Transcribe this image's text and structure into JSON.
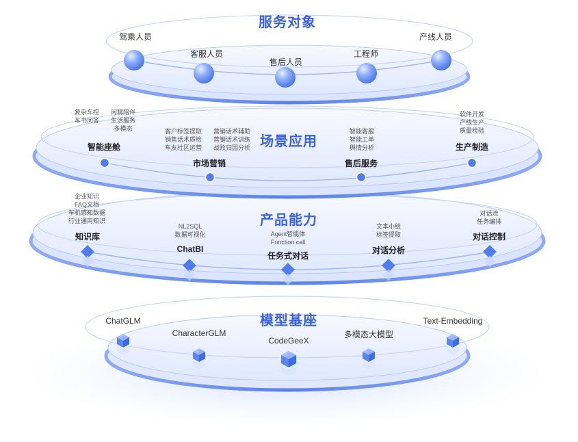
{
  "layers": {
    "service": {
      "title": "服务对象",
      "items": [
        {
          "label": "驾乘人员"
        },
        {
          "label": "客服人员"
        },
        {
          "label": "售后人员"
        },
        {
          "label": "工程师"
        },
        {
          "label": "产线人员"
        }
      ]
    },
    "scene": {
      "title": "场景应用",
      "items": [
        {
          "label": "智能座舱",
          "details_a": [
            "复杂车控",
            "车书问答"
          ],
          "details_b": [
            "闲聊陪伴",
            "生活服务",
            "多模态"
          ]
        },
        {
          "label": "市场营销",
          "details_a": [
            "客户标签提取",
            "销售话术质检",
            "车友社区运营"
          ],
          "details_b": [
            "营销话术辅助",
            "营销话术训练",
            "战败归因分析"
          ]
        },
        {
          "label": "售后服务",
          "details": [
            "智能客服",
            "智能工单",
            "舆情分析"
          ]
        },
        {
          "label": "生产制造",
          "details": [
            "软件开发",
            "产线生产",
            "质量检验"
          ]
        }
      ]
    },
    "product": {
      "title": "产品能力",
      "items": [
        {
          "label": "知识库",
          "details": [
            "企业知识",
            "FAQ文档",
            "车机感知数据",
            "行业通用知识"
          ]
        },
        {
          "label": "ChatBI",
          "details": [
            "NL2SQL",
            "数据可视化"
          ]
        },
        {
          "label": "任务式对话",
          "details": [
            "Agent智能体",
            "Function call"
          ]
        },
        {
          "label": "对话分析",
          "details": [
            "文本小结",
            "标签提取"
          ]
        },
        {
          "label": "对话控制",
          "details": [
            "对话流",
            "任务编排"
          ]
        }
      ]
    },
    "model": {
      "title": "模型基座",
      "items": [
        {
          "label": "ChatGLM"
        },
        {
          "label": "CharacterGLM"
        },
        {
          "label": "CodeGeeX"
        },
        {
          "label": "多模态大模型"
        },
        {
          "label": "Text-Embedding"
        }
      ]
    }
  },
  "colors": {
    "accent": "#3a62e0",
    "platform_light": "#e6eeff",
    "platform_edge": "#7d9cf0",
    "node_blue": "#4f7df0"
  }
}
